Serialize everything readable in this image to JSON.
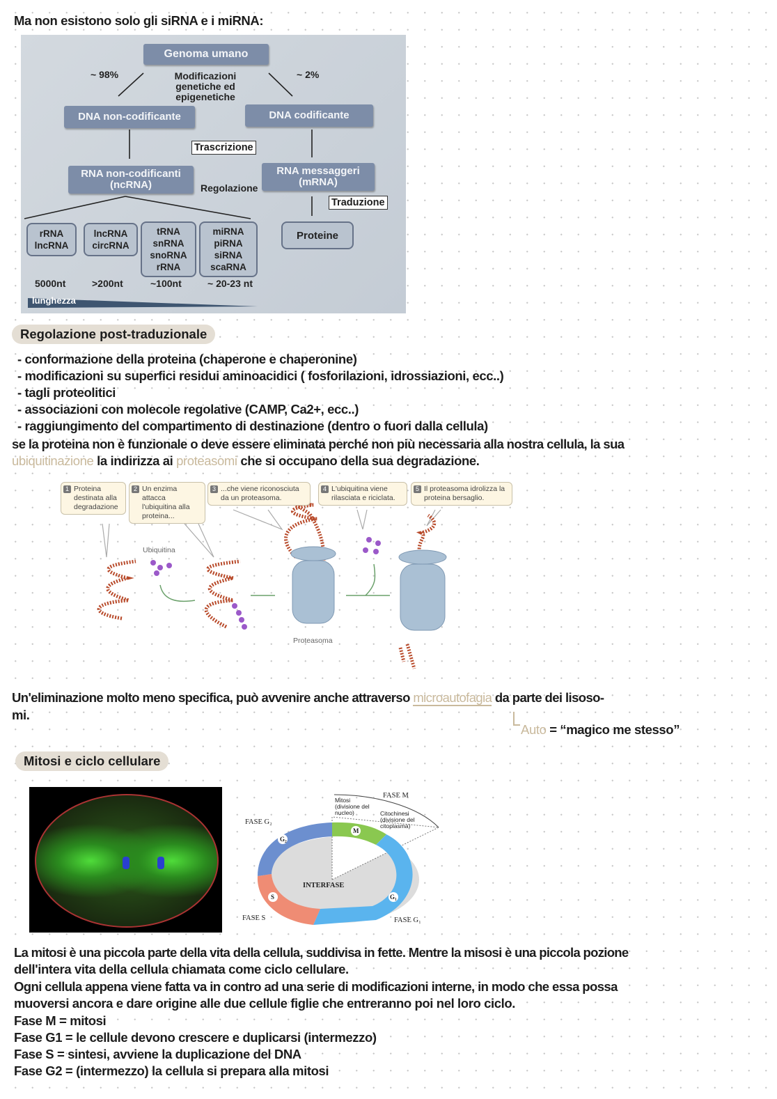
{
  "intro": "Ma non esistono solo gli siRNA e i miRNA:",
  "genome_diagram": {
    "genoma": "Genoma umano",
    "pct_left": "~ 98%",
    "pct_right": "~ 2%",
    "modifiche": "Modificazioni genetiche ed epigenetiche",
    "dna_nc": "DNA non-codificante",
    "dna_c": "DNA codificante",
    "trascrizione": "Trascrizione",
    "rna_nc": "RNA non-codificanti (ncRNA)",
    "regolazione": "Regolazione",
    "rna_m": "RNA messaggeri (mRNA)",
    "traduzione": "Traduzione",
    "proteine": "Proteine",
    "classes": [
      {
        "label": "rRNA lncRNA",
        "length": "5000nt"
      },
      {
        "label": "lncRNA circRNA",
        "length": ">200nt"
      },
      {
        "label": "tRNA snRNA snoRNA rRNA",
        "length": "~100nt"
      },
      {
        "label": "miRNA piRNA siRNA scaRNA",
        "length": "~ 20-23 nt"
      }
    ],
    "lunghezza": "lunghezza"
  },
  "section1": {
    "heading": "Regolazione post-traduzionale",
    "bullets": [
      "- conformazione della proteina (chaperone e chaperonine)",
      "- modificazioni su superfici residui aminoacidici ( fosforilazioni, idrossiazioni, ecc..)",
      "- tagli proteolitici",
      "- associazioni con molecole regolative (CAMP, Ca2+, ecc..)",
      "- raggiungimento del compartimento di destinazione (dentro o fuori dalla cellula)"
    ],
    "para_a": "se la proteina non è funzionale o deve essere eliminata perché non più necessaria alla nostra cellula, la sua",
    "para_b_hl1": "ubiquitinazione",
    "para_b_mid": " la indirizza ai ",
    "para_b_hl2": "proteasomi",
    "para_b_end": " che si occupano della sua degradazione."
  },
  "proteasome_figure": {
    "steps": [
      {
        "n": "1",
        "text": "Proteina destinata alla degradazione"
      },
      {
        "n": "2",
        "text": "Un enzima attacca l'ubiquitina alla proteina..."
      },
      {
        "n": "3",
        "text": "...che viene riconosciuta da un proteasoma."
      },
      {
        "n": "4",
        "text": "L'ubiquitina viene rilasciata e riciclata."
      },
      {
        "n": "5",
        "text": "Il proteasoma idrolizza la proteina bersaglio."
      }
    ],
    "ubiquitina": "Ubiquitina",
    "proteasoma": "Proteasoma"
  },
  "autophagy": {
    "line1_a": "Un'eliminazione molto meno specifica, può avvenire anche attraverso ",
    "line1_hl": "microautofagia",
    "line1_b": " da parte dei lisoso-",
    "line2": "mi.",
    "note_hl": "Auto",
    "note_rest": " = “magico me stesso”"
  },
  "section2": {
    "heading": "Mitosi e ciclo cellulare",
    "cycle": {
      "fase_m": "FASE M",
      "mitosi": "Mitosi (divisione del nucleo)",
      "citochinesi": "Citochinesi (divisione del citoplasma)",
      "fase_g2": "FASE G₂",
      "fase_s": "FASE S",
      "fase_g1": "FASE G₁",
      "interfase": "INTERFASE",
      "m": "M",
      "g2": "G₂",
      "s": "S",
      "g1": "G₁"
    },
    "lines": [
      "La mitosi è una piccola parte della vita della cellula, suddivisa in fette. Mentre la misosi è una piccola pozione",
      "dell'intera vita della cellula chiamata come ciclo cellulare.",
      "Ogni cellula appena viene fatta va in contro ad una serie di modificazioni interne, in modo che essa possa",
      "muoversi ancora e dare origine alle due cellule figlie che entreranno poi nel loro ciclo.",
      "Fase M = mitosi",
      "Fase G1 = le cellule devono crescere e duplicarsi (intermezzo)",
      "Fase S = sintesi, avviene la duplicazione del DNA",
      "Fase G2 = (intermezzo) la cellula si prepara alla mitosi"
    ]
  },
  "colors": {
    "accent": "#c9b99c",
    "pill": "#e4ded4",
    "box": "#7d8da8"
  }
}
